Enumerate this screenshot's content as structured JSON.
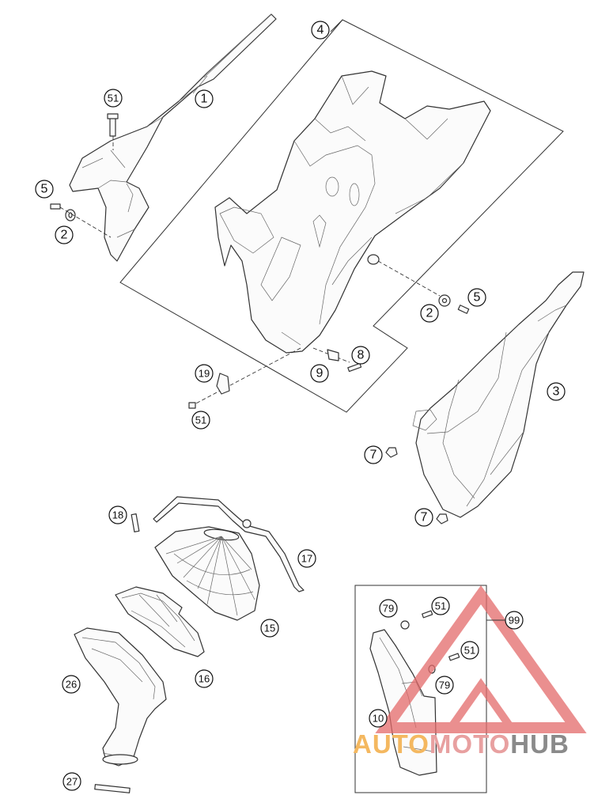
{
  "callouts": {
    "c1": "1",
    "c51a": "51",
    "c5a": "5",
    "c2a": "2",
    "c4": "4",
    "c2b": "2",
    "c5b": "5",
    "c8": "8",
    "c9": "9",
    "c19": "19",
    "c51b": "51",
    "c3": "3",
    "c7a": "7",
    "c7b": "7",
    "c18": "18",
    "c17": "17",
    "c15": "15",
    "c16": "16",
    "c26": "26",
    "c27": "27",
    "c79a": "79",
    "c51c": "51",
    "c99": "99",
    "c51d": "51",
    "c79b": "79",
    "c10": "10"
  },
  "watermark": {
    "word1": "AUTO",
    "word2": "MOTO",
    "word3": "HUB",
    "colors": {
      "auto": "#f4b860",
      "moto": "#e8a0a0",
      "hub": "#8a8a8a",
      "logo": "#e46a6a"
    }
  }
}
